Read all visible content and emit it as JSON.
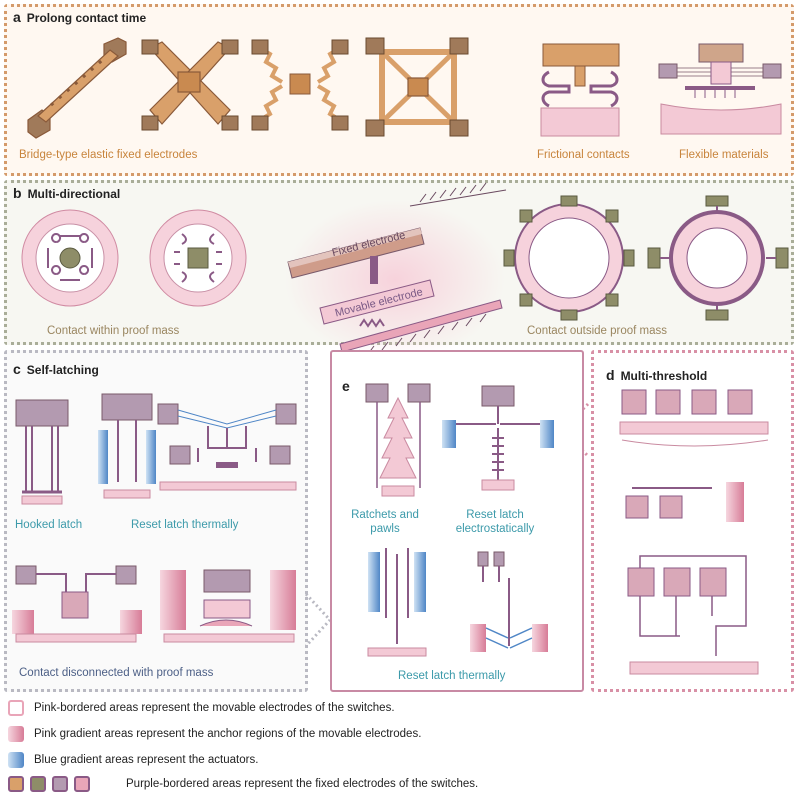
{
  "panels": {
    "a": {
      "letter": "a",
      "title": "Prolong contact time",
      "captions": {
        "bridge": "Bridge-type elastic fixed electrodes",
        "frictional": "Frictional contacts",
        "flexible": "Flexible materials"
      }
    },
    "b": {
      "letter": "b",
      "title": "Multi-directional",
      "captions": {
        "within": "Contact within proof mass",
        "outside": "Contact outside proof mass",
        "fixed_electrode": "Fixed electrode",
        "movable_electrode": "Movable electrode"
      }
    },
    "c": {
      "letter": "c",
      "title": "Self-latching",
      "captions": {
        "hooked": "Hooked latch",
        "reset_thermal": "Reset latch thermally",
        "disconnected": "Contact disconnected with proof mass"
      }
    },
    "d": {
      "letter": "d",
      "title": "Multi-threshold"
    },
    "e": {
      "letter": "e",
      "captions": {
        "ratchets": "Ratchets and pawls",
        "reset_electro": "Reset latch electrostatically",
        "reset_thermal": "Reset latch thermally"
      }
    }
  },
  "legend": [
    {
      "text": "Pink-bordered areas represent the movable electrodes of the switches."
    },
    {
      "text": "Pink gradient areas represent the anchor regions of the movable electrodes."
    },
    {
      "text": "Blue gradient areas represent the actuators."
    },
    {
      "text": "Purple-bordered areas represent the fixed electrodes of the switches."
    }
  ],
  "colors": {
    "orange": "#d9a06a",
    "pink": "#e9a5b8",
    "purple": "#8a5a86",
    "blue": "#4f86c6",
    "olive": "#8e8d68"
  }
}
